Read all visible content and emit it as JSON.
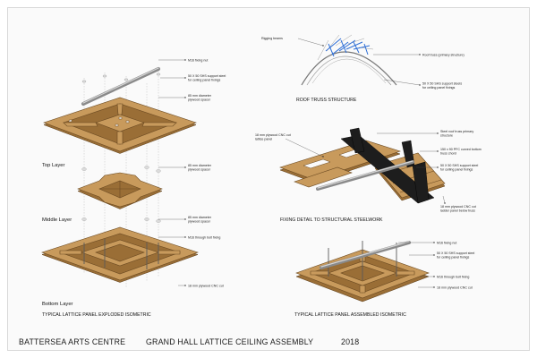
{
  "exploded": {
    "caption": "TYPICAL LATTICE PANEL EXPLODED ISOMETRIC",
    "layers": {
      "top": "Top Layer",
      "middle": "Middle Layer",
      "bottom": "Bottom Layer"
    },
    "labels": {
      "fixing_nut": "M16 fixing nut",
      "support_steel_1": "50 X 50 SHS support steel",
      "support_steel_2": "for ceiling panel fixings",
      "spacer_top_1": "85 mm diameter",
      "spacer_top_2": "plywood spacer",
      "spacer_mid_1": "85 mm diameter",
      "spacer_mid_2": "plywood spacer",
      "spacer_bot_1": "85 mm diameter",
      "spacer_bot_2": "plywood spacer",
      "through_bolt": "M16 through bolt fixing",
      "plywood_cnc": "18 mm plywood CNC cut"
    }
  },
  "roof": {
    "caption": "ROOF TRUSS STRUCTURE",
    "labels": {
      "rigging_beams": "Rigging beams",
      "roof_truss": "Roof truss (primary structure)",
      "shs_1": "50 X 50 SHS support steels",
      "shs_2": "for ceiling panel fixings"
    }
  },
  "fixing": {
    "caption": "FIXING DETAIL TO STRUCTURAL STEELWORK",
    "labels": {
      "lattice_1": "18 mm plywood CNC cut",
      "lattice_2": "lattice panel",
      "steel_truss_1": "Steel roof truss primary",
      "steel_truss_2": "structure",
      "pfc_1": "150 x 90 PFC curved bottom",
      "pfc_2": "truss chord",
      "shs_1": "50 X 50 SHS support steel",
      "shs_2": "for ceiling panel fixings",
      "ladder_1": "18 mm plywood CNC cut",
      "ladder_2": "ladder panel below truss"
    }
  },
  "assembled": {
    "caption": "TYPICAL LATTICE PANEL ASSEMBLED ISOMETRIC",
    "labels": {
      "fixing_nut": "M16 fixing nut",
      "shs_1": "50 X 50 SHS support steel",
      "shs_2": "for ceiling panel fixings",
      "through_bolt": "M16 through bolt fixing",
      "plywood_cnc": "18 mm plywood CNC cut"
    }
  },
  "footer": {
    "client": "BATTERSEA ARTS CENTRE",
    "title": "GRAND HALL LATTICE CEILING ASSEMBLY",
    "year": "2018"
  },
  "colors": {
    "plywood": "#c89a5c",
    "plywood_edge": "#6b4a22",
    "steel": "#1d1d1d",
    "truss_blue": "#2f6fd6"
  }
}
